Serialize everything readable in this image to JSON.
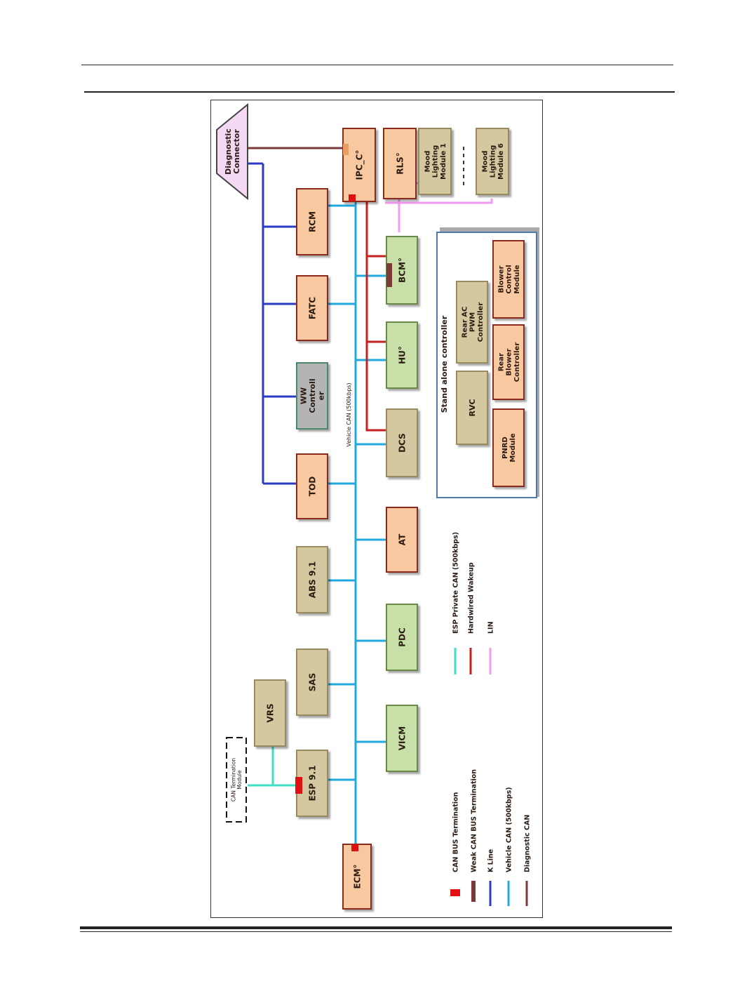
{
  "diagram": {
    "bus_label": "Vehicle CAN (500kbps)",
    "modules": {
      "diagnostic_connector": [
        "Diagnostic",
        "Connector"
      ],
      "ipc": "IPC_C°",
      "rls": "RLS°",
      "mood1": [
        "Mood",
        "Lighting",
        "Module 1"
      ],
      "mood6": [
        "Mood",
        "Lighting",
        "Module 6"
      ],
      "rcm": "RCM",
      "fatc": "FATC",
      "ww": [
        "WW",
        "Controll",
        "er"
      ],
      "tod": "TOD",
      "abs": "ABS 9.1",
      "sas": "SAS",
      "vrs": "VRS",
      "esp": "ESP 9.1",
      "ecm": "ECM°",
      "bcm": "BCM°",
      "hu": "HU°",
      "dcs": "DCS",
      "at": "AT",
      "pdc": "PDC",
      "vicm": "VICM"
    },
    "can_termination_module": [
      "CAN Termination",
      "Module"
    ],
    "standalone": {
      "title": "Stand alone controller",
      "rear_ac": [
        "Rear AC",
        "PWM",
        "Controller"
      ],
      "blower_control": [
        "Blower",
        "Control",
        "Module"
      ],
      "rvc": "RVC",
      "rear_blower": [
        "Rear",
        "Blower",
        "Controller"
      ],
      "pnrd": [
        "PNRD",
        "Module"
      ]
    },
    "legend": {
      "can_bus_termination": "CAN  BUS Termination",
      "weak_can_termination": "Weak CAN BUS Termination",
      "k_line": "K Line",
      "vehicle_can": "Vehicle CAN (500kbps)",
      "diagnostic_can": "Diagnostic CAN",
      "esp_private_can": "ESP Private CAN (500kbps)",
      "hardwired_wakeup": "Hardwired Wakeup",
      "lin": "LIN"
    },
    "colors": {
      "k_line": "#2b3bc4",
      "vehicle_can": "#22a8e0",
      "esp_private_can": "#3ee0c4",
      "hardwired_wakeup": "#c42222",
      "lin": "#f09af0",
      "diagnostic_can": "#7a3a3a",
      "termination": "#e01010",
      "weak_termination": "#7a3a3a",
      "module_orange": "#f8c8a0",
      "module_tan": "#d4c8a0",
      "module_green": "#c8e0a8",
      "module_gray": "#b4b4b4",
      "connector_pink": "#f4d8f4"
    }
  }
}
